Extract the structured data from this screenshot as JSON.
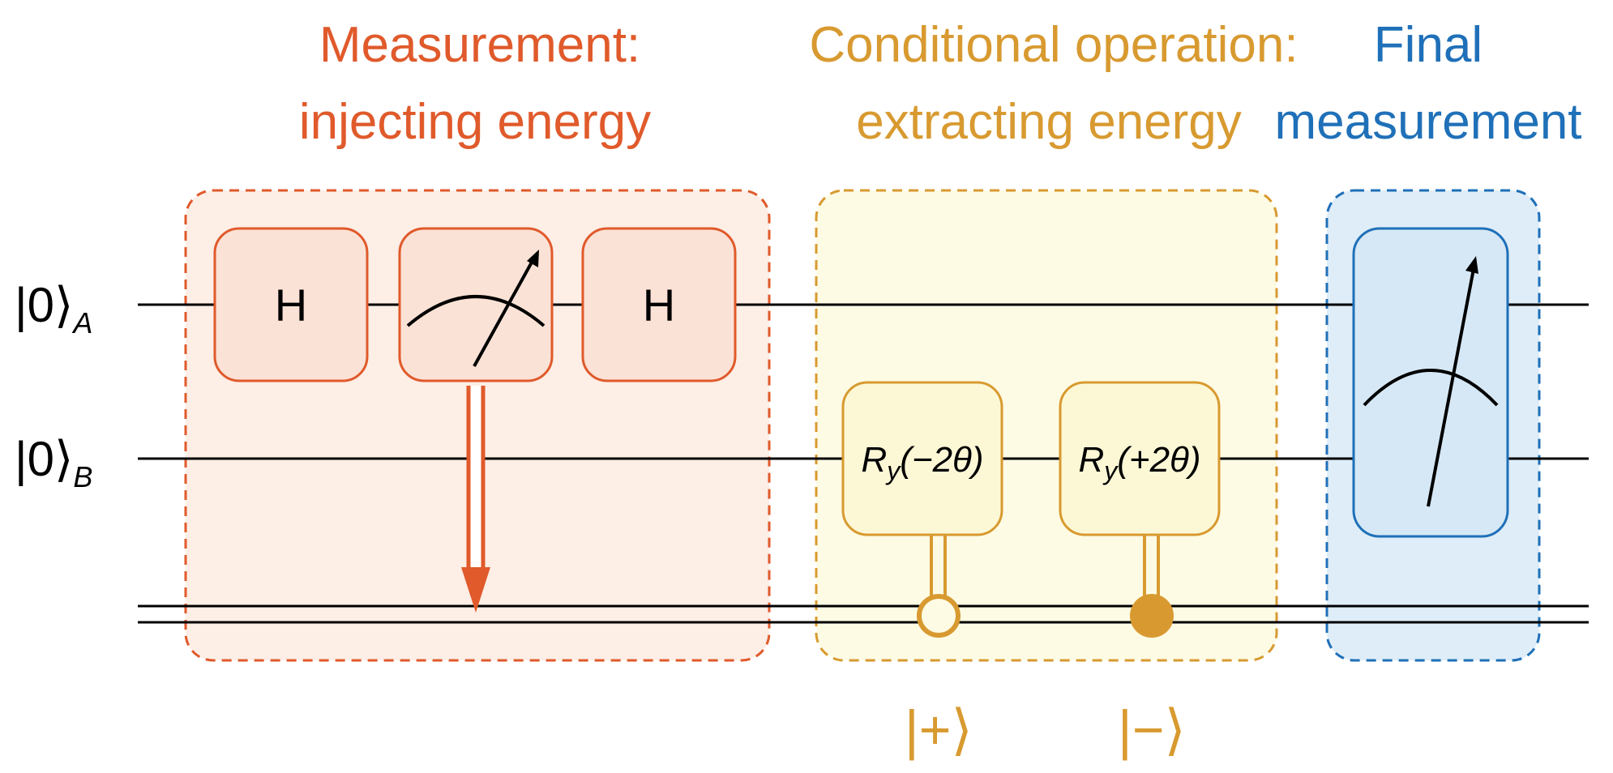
{
  "colors": {
    "measure": "#e05a2b",
    "measure_fill": "#fdeee6",
    "measure_gate_fill": "#fbe2d6",
    "conditional": "#d89a30",
    "conditional_fill": "#fdfbe4",
    "conditional_gate_fill": "#fcf8d6",
    "final": "#1f70b8",
    "final_fill": "#deedf8",
    "final_gate_fill": "#d6e8f6",
    "wire": "#000000"
  },
  "sections": {
    "measurement": {
      "title": "Measurement:",
      "subtitle": "injecting energy"
    },
    "conditional": {
      "title": "Conditional operation:",
      "subtitle": "extracting energy"
    },
    "final": {
      "title": "Final",
      "subtitle": "measurement"
    }
  },
  "qubits": {
    "a": {
      "ket": "|0⟩",
      "sub": "A"
    },
    "b": {
      "ket": "|0⟩",
      "sub": "B"
    }
  },
  "gates": {
    "h1": "H",
    "h2": "H",
    "ry_minus_main": "R",
    "ry_minus_sub": "y",
    "ry_minus_arg": "(−2θ)",
    "ry_plus_main": "R",
    "ry_plus_sub": "y",
    "ry_plus_arg": "(+2θ)"
  },
  "icons": {
    "meter_a": "measurement-meter-icon",
    "meter_final": "measurement-meter-icon",
    "control_open": "open-control-dot-icon",
    "control_filled": "filled-control-dot-icon"
  },
  "control_labels": {
    "open": "|+⟩",
    "filled": "|−⟩"
  }
}
